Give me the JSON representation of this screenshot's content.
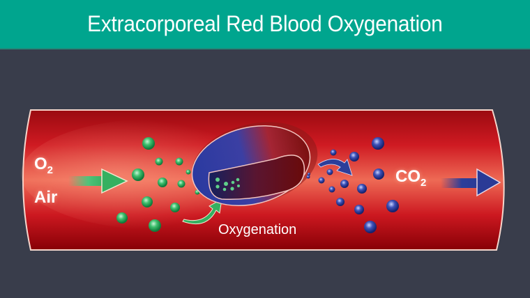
{
  "header": {
    "title": "Extracorporeal Red Blood Oxygenation"
  },
  "diagram": {
    "input_label_main": "O",
    "input_label_sub": "2",
    "input_label_secondary": "Air",
    "output_label_main": "CO",
    "output_label_sub": "2",
    "center_caption": "Oxygenation"
  },
  "colors": {
    "header_bg": "#00a58e",
    "background": "#393d4b",
    "tube_red": "#c8161d",
    "tube_dark": "#8a0008",
    "oxygen_green": "#3dbb6a",
    "co2_blue": "#2c3e9a"
  }
}
